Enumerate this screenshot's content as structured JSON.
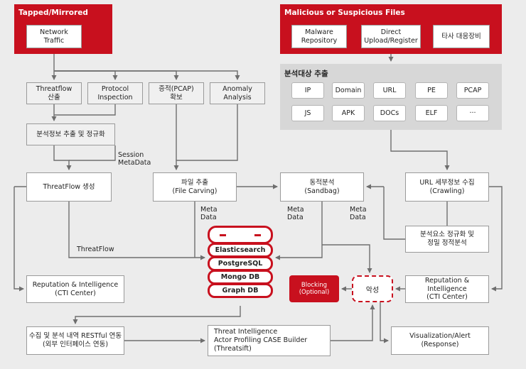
{
  "panels": {
    "tapped": {
      "title": "Tapped/Mirrored",
      "network_traffic": [
        "Network",
        "Traffic"
      ]
    },
    "malicious": {
      "title": "Malicious or Suspicious Files",
      "malware_repository": [
        "Malware",
        "Repository"
      ],
      "direct_upload": [
        "Direct",
        "Upload/Register"
      ],
      "other_device": "타사 대응장비"
    },
    "analysis_targets": {
      "title": "분석대상 추출",
      "row1": [
        "IP",
        "Domain",
        "URL",
        "PE",
        "PCAP"
      ],
      "row2": [
        "JS",
        "APK",
        "DOCs",
        "ELF",
        "···"
      ]
    }
  },
  "nodes": {
    "threatflow_calc": [
      "Threatflow",
      "산출"
    ],
    "protocol_inspection": [
      "Protocol",
      "Inspection"
    ],
    "evidence_pcap": [
      "증적(PCAP)",
      "확보"
    ],
    "anomaly_analysis": [
      "Anomaly",
      "Analysis"
    ],
    "extract_normalize": "분석정보 추출 및 정규화",
    "threatflow_create": "ThreatFlow 생성",
    "file_carving": [
      "파일 추출",
      "(File Carving)"
    ],
    "sandbag": [
      "동적분석",
      "(Sandbag)"
    ],
    "url_crawling": [
      "URL 세부정보 수집",
      "(Crawling)"
    ],
    "static_analysis": [
      "분석요소 정규화 및",
      "정밀 정적분석"
    ],
    "rep_left": [
      "Reputation & Intelligence",
      "(CTI Center)"
    ],
    "rep_right": [
      "Reputation & Intelligence",
      "(CTI Center)"
    ],
    "blocking": [
      "Blocking",
      "(Optional)"
    ],
    "malicious_result": "악성",
    "restful": [
      "수집 및 분석 내역 RESTful 연동",
      "(외부 인터페이스 연동)"
    ],
    "threat_intel": [
      "Threat Intelligence",
      "Actor Profiling CASE Builder",
      "(Threatsift)"
    ],
    "visualization": [
      "Visualization/Alert",
      "(Response)"
    ]
  },
  "labels": {
    "session_metadata": [
      "Session",
      "MetaData"
    ],
    "meta_data_1": [
      "Meta",
      "Data"
    ],
    "meta_data_2": [
      "Meta",
      "Data"
    ],
    "meta_data_3": [
      "Meta",
      "Data"
    ],
    "threatflow": "ThreatFlow"
  },
  "database": {
    "items": [
      "Elasticsearch",
      "PostgreSQL",
      "Mongo DB",
      "Graph DB"
    ]
  },
  "colors": {
    "accent": "#c8101e",
    "background": "#ececec",
    "panel_grey": "#d7d7d7",
    "line": "#6e6e6e"
  }
}
